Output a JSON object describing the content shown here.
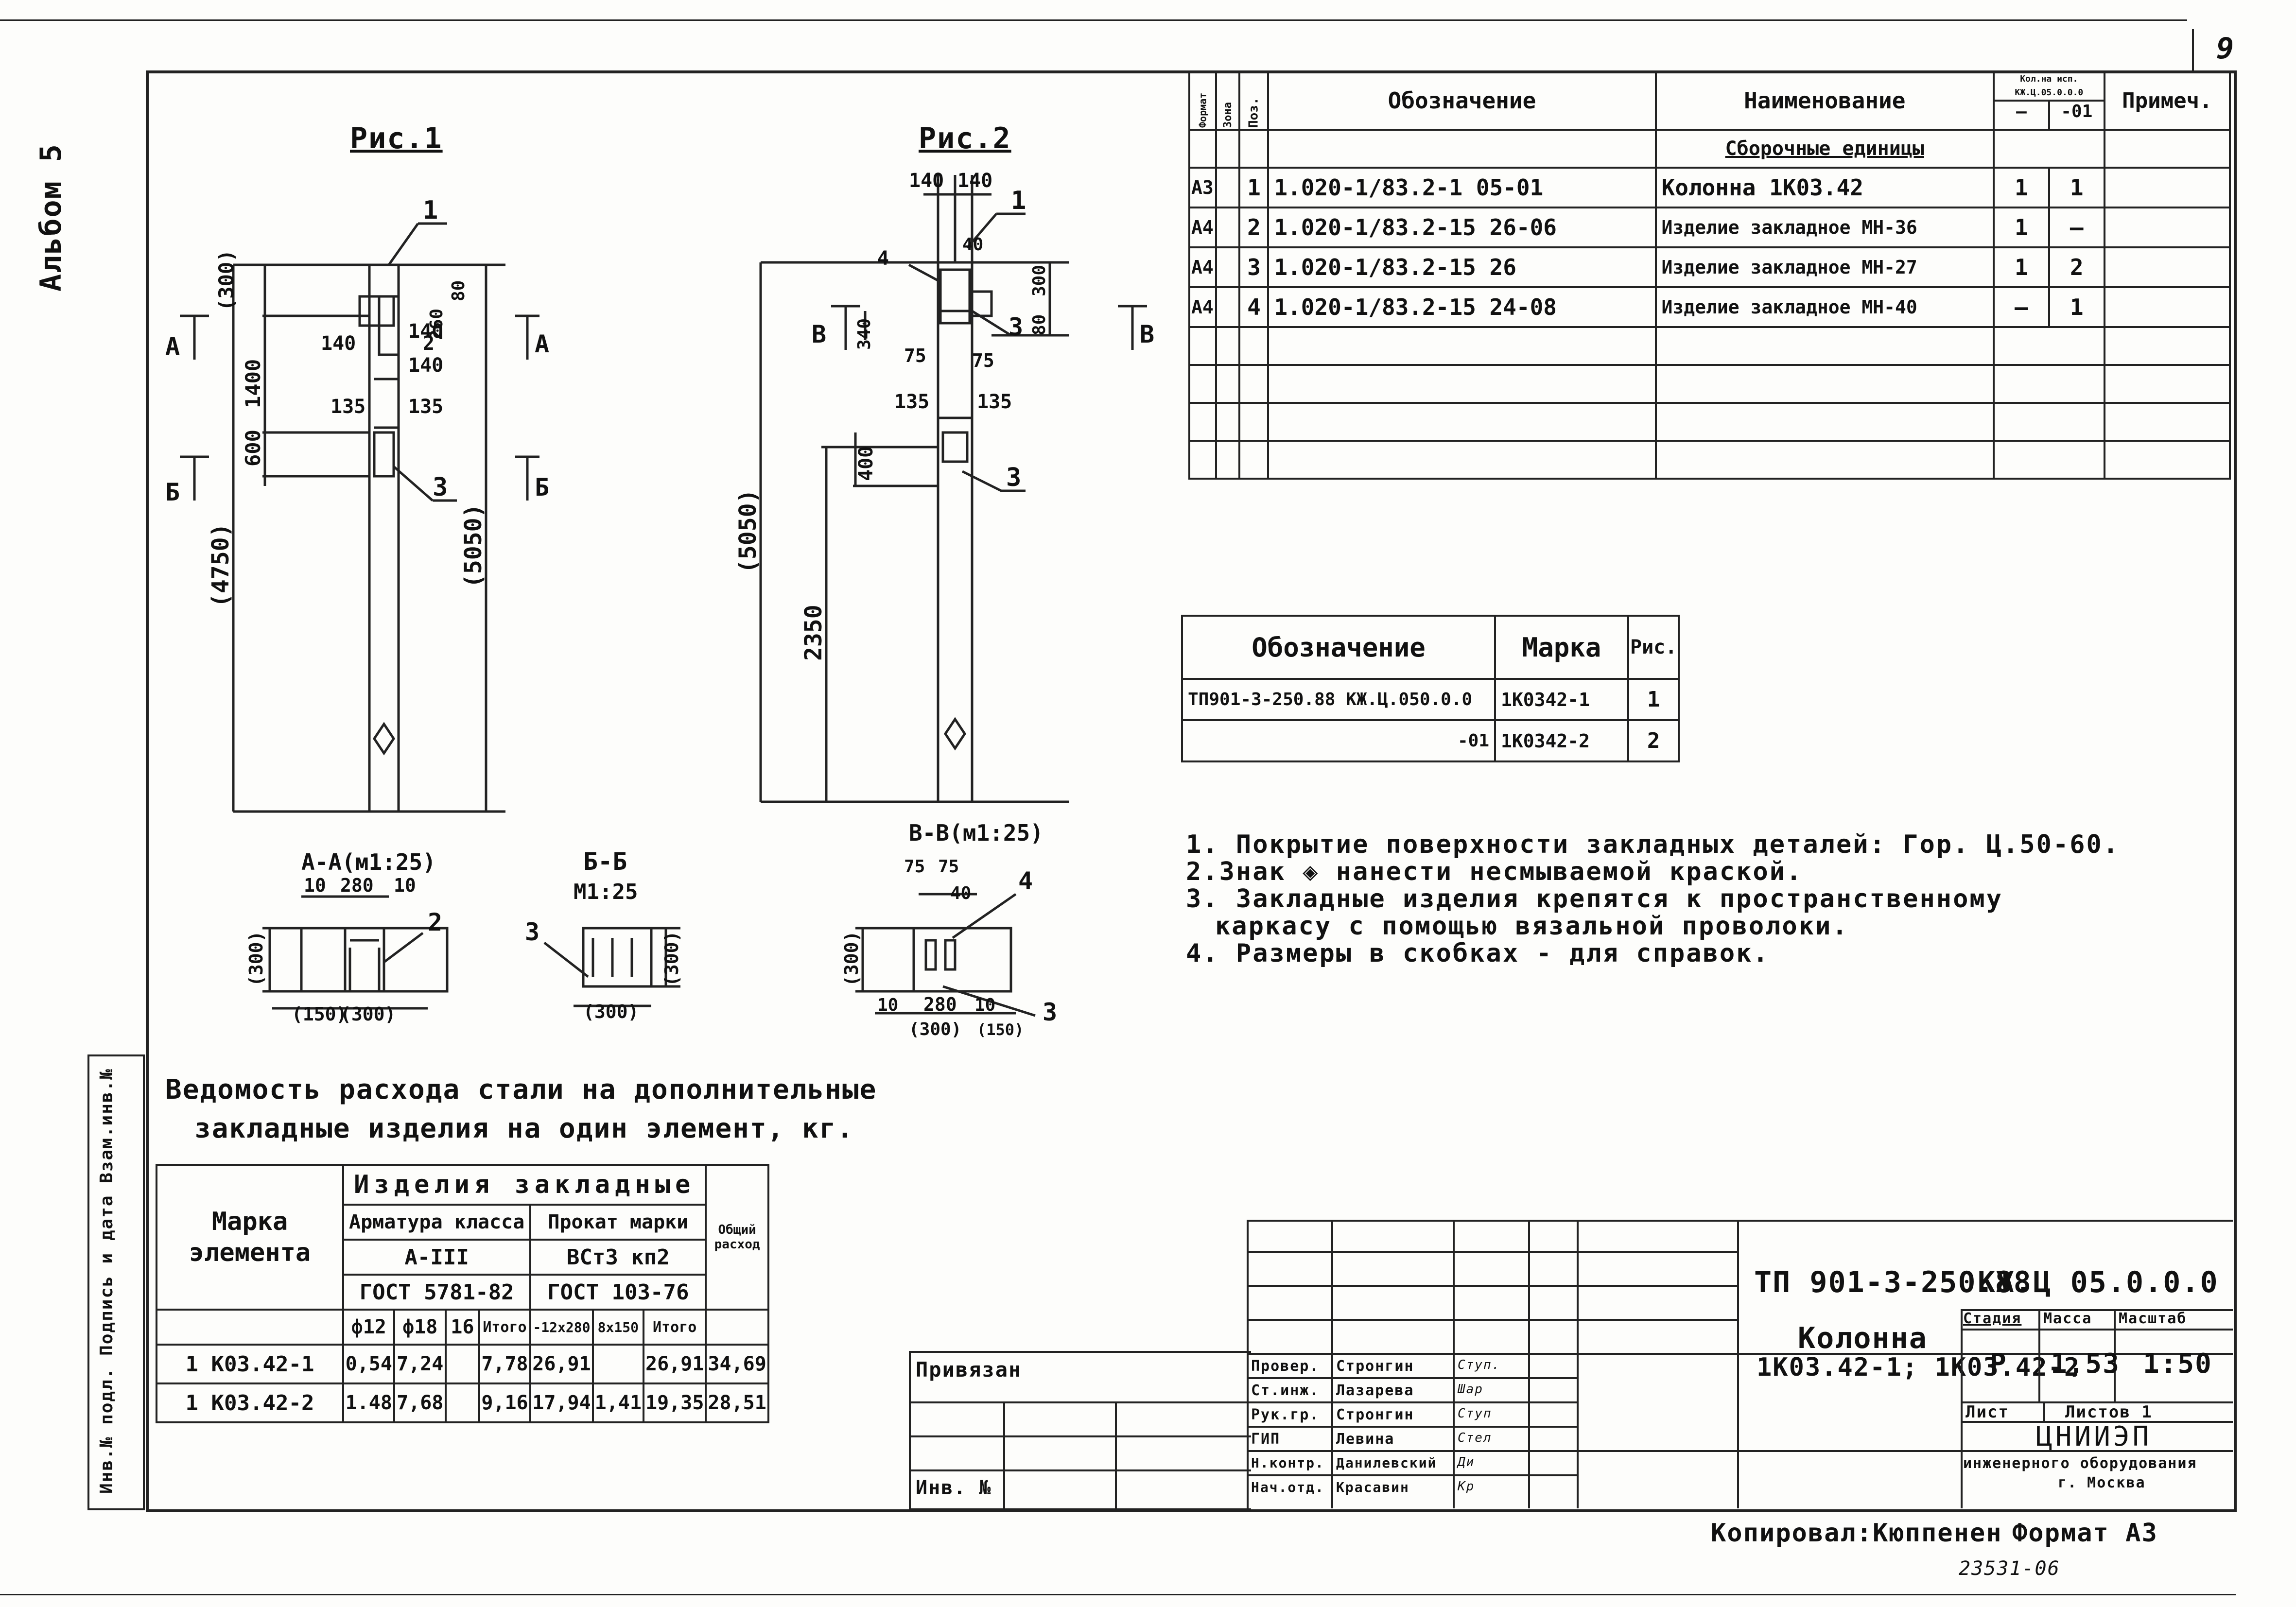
{
  "sheet_number": "9",
  "album": "Альбом 5",
  "figures": {
    "fig1_title": "Рис.1",
    "fig2_title": "Рис.2",
    "fig1_dims": {
      "d300": "(300)",
      "d1400": "1400",
      "d600": "600",
      "d4750": "(4750)",
      "d5050": "(5050)",
      "d140a": "140",
      "d140b": "140",
      "d260": "260",
      "d80": "80",
      "d140c": "140",
      "d135a": "135",
      "d135b": "135",
      "ref1": "1",
      "ref2": "2",
      "ref3": "3",
      "secA1": "А",
      "secA2": "А",
      "secB1": "Б",
      "secB2": "Б"
    },
    "fig2_dims": {
      "d140a": "140",
      "d140b": "140",
      "d40": "40",
      "d300": "300",
      "d80": "80",
      "d340": "340",
      "d75a": "75",
      "d75b": "75",
      "d135a": "135",
      "d135b": "135",
      "d400": "400",
      "d5050": "(5050)",
      "d2350": "2350",
      "ref1": "1",
      "ref3a": "3",
      "ref4": "4",
      "ref3b": "3",
      "secV1": "В",
      "secV2": "В"
    },
    "section_aa": {
      "title": "А-А(м1:25)",
      "d10a": "10",
      "d280": "280",
      "d10b": "10",
      "d300": "(300)",
      "d150": "(150)",
      "d300b": "(300)",
      "ref2": "2"
    },
    "section_bb": {
      "title": "Б-Б",
      "scale": "М1:25",
      "d300": "(300)",
      "d300b": "(300)",
      "ref3": "3"
    },
    "section_vv": {
      "title": "В-В(м1:25)",
      "d75a": "75",
      "d75b": "75",
      "d40": "40",
      "d300": "(300)",
      "d10a": "10",
      "d280": "280",
      "d10b": "10",
      "d300b": "(300)",
      "d150": "(150)",
      "ref4": "4",
      "ref3": "3"
    }
  },
  "spec_table": {
    "headers": {
      "format": "Формат",
      "zone": "Зона",
      "pos": "Поз.",
      "designation": "Обозначение",
      "name": "Наименование",
      "qty": "Кол.на исп. КЖ.Ц.05.0.0.0",
      "qty_a": "–",
      "qty_b": "-01",
      "note": "Примеч."
    },
    "section_label": "Сборочные единицы",
    "rows": [
      {
        "format": "А3",
        "pos": "1",
        "designation": "1.020-1/83.2-1 05-01",
        "name": "Колонна 1К03.42",
        "qty_a": "1",
        "qty_b": "1",
        "note": ""
      },
      {
        "format": "А4",
        "pos": "2",
        "designation": "1.020-1/83.2-15 26-06",
        "name": "Изделие закладное МН-36",
        "qty_a": "1",
        "qty_b": "—",
        "note": ""
      },
      {
        "format": "А4",
        "pos": "3",
        "designation": "1.020-1/83.2-15 26",
        "name": "Изделие закладное МН-27",
        "qty_a": "1",
        "qty_b": "2",
        "note": ""
      },
      {
        "format": "А4",
        "pos": "4",
        "designation": "1.020-1/83.2-15 24-08",
        "name": "Изделие закладное МН-40",
        "qty_a": "—",
        "qty_b": "1",
        "note": ""
      }
    ]
  },
  "marks_table": {
    "headers": {
      "designation": "Обозначение",
      "mark": "Марка",
      "fig": "Рис."
    },
    "rows": [
      {
        "designation": "ТП901-3-250.88 КЖ.Ц.050.0.0",
        "mark": "1К0342-1",
        "fig": "1"
      },
      {
        "designation": "-01",
        "mark": "1К0342-2",
        "fig": "2"
      }
    ]
  },
  "notes": [
    "1. Покрытие поверхности закладных деталей: Гор. Ц.50-60.",
    "2.Знак ◈ нанести несмываемой краской.",
    "3. Закладные изделия крепятся к пространственному",
    "каркасу с помощью вязальной проволоки.",
    "4. Размеры в скобках - для справок."
  ],
  "steel_table": {
    "title_line1": "Ведомость расхода стали на дополнительные",
    "title_line2": "закладные изделия на один элемент, кг.",
    "headers": {
      "mark": "Марка элемента",
      "embedded": "Изделия закладные",
      "rebar": "Арматура класса",
      "rebar_class": "А-III",
      "rebar_gost": "ГОСТ 5781-82",
      "rolled": "Прокат марки",
      "rolled_grade": "ВСт3 кп2",
      "rolled_gost": "ГОСТ 103-76",
      "total": "Общий расход",
      "cols": [
        "ф12",
        "ф18",
        "16",
        "Итого",
        "-12х280",
        "8х150",
        "Итого"
      ]
    },
    "rows": [
      {
        "mark": "1 К03.42-1",
        "vals": [
          "0,54",
          "7,24",
          "",
          "7,78",
          "26,91",
          "",
          "26,91"
        ],
        "total": "34,69"
      },
      {
        "mark": "1 К03.42-2",
        "vals": [
          "1.48",
          "7,68",
          "",
          "9,16",
          "17,94",
          "1,41",
          "19,35"
        ],
        "total": "28,51"
      }
    ]
  },
  "title_block": {
    "code": "ТП 901-3-250.88",
    "doc_code": "КЖ.Ц 05.0.0.0",
    "object": "Колонна",
    "object_marks": "1К03.42-1; 1К03.42-2",
    "stage_label": "Стадия",
    "mass_label": "Масса",
    "scale_label": "Масштаб",
    "stage": "Р",
    "mass": "1,53",
    "scale": "1:50",
    "sheet_label": "Лист",
    "sheets_label": "Листов 1",
    "org": "ЦНИИЭП",
    "org_sub1": "инженерного оборудования",
    "org_sub2": "г. Москва",
    "bound_label": "Привязан",
    "inv_label": "Инв. №",
    "signers": [
      {
        "role": "Провер.",
        "name": "Стронгин",
        "sign": "Ступ."
      },
      {
        "role": "Ст.инж.",
        "name": "Лазарева",
        "sign": "Шар"
      },
      {
        "role": "Рук.гр.",
        "name": "Стронгин",
        "sign": "Ступ"
      },
      {
        "role": "ГИП",
        "name": "Левина",
        "sign": "Стел"
      },
      {
        "role": "Н.контр.",
        "name": "Данилевский",
        "sign": "Ди"
      },
      {
        "role": "Нач.отд.",
        "name": "Красавин",
        "sign": "Кр"
      }
    ]
  },
  "side_stamp": "Инв.№ подл. Подпись и дата Взам.инв.№",
  "footer": {
    "copied": "Копировал:Кюппенен",
    "format": "Формат А3",
    "archive": "23531-06"
  }
}
